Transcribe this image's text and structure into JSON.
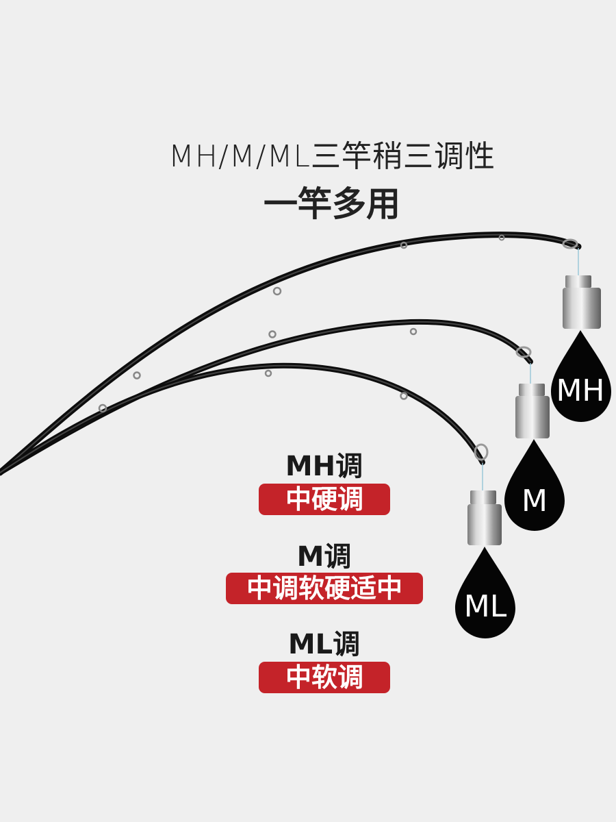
{
  "heading": {
    "main": "MH/M/ML三竿稍三调性",
    "sub": "一竿多用"
  },
  "weights": [
    {
      "tag": "MH",
      "color": "#050505"
    },
    {
      "tag": "M",
      "color": "#050505"
    },
    {
      "tag": "ML",
      "color": "#050505"
    }
  ],
  "actions": [
    {
      "name": "MH调",
      "desc": "中硬调"
    },
    {
      "name": "M调",
      "desc": "中调软硬适中"
    },
    {
      "name": "ML调",
      "desc": "中软调"
    }
  ],
  "colors": {
    "background": "#efefef",
    "badge": "#c42329",
    "rod": "#111111"
  }
}
